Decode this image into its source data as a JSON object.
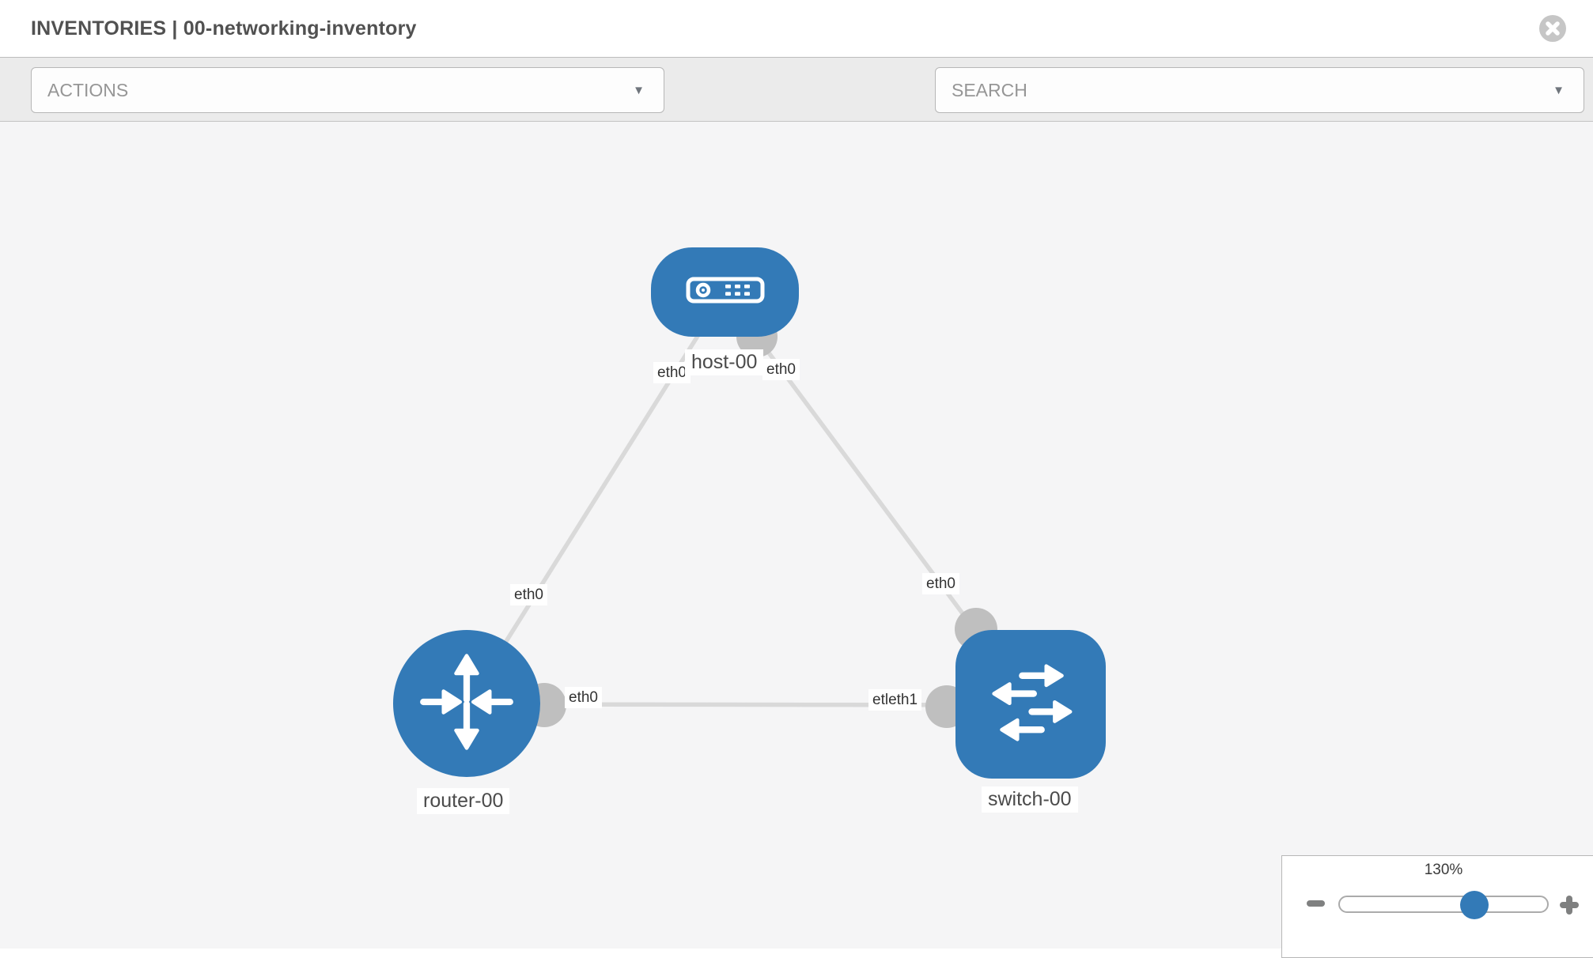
{
  "header": {
    "title": "INVENTORIES | 00-networking-inventory"
  },
  "toolbar": {
    "actions_label": "ACTIONS",
    "search_placeholder": "SEARCH",
    "tool_icons": [
      "wrench-icon",
      "key-icon"
    ]
  },
  "icons": {
    "caret": "▼",
    "close": "✕",
    "minus": "−",
    "plus": "+"
  },
  "topology": {
    "nodes": [
      {
        "label": "host-00",
        "type": "host",
        "shape": "rounded-rect"
      },
      {
        "label": "router-00",
        "type": "router",
        "shape": "circle"
      },
      {
        "label": "switch-00",
        "type": "switch",
        "shape": "rounded-square"
      }
    ],
    "links": [
      {
        "from": "host-00",
        "to": "router-00",
        "from_label": "eth0",
        "to_label": "eth0"
      },
      {
        "from": "host-00",
        "to": "switch-00",
        "from_label": "eth0",
        "to_label": "eth0"
      },
      {
        "from": "router-00",
        "to": "switch-00",
        "from_label": "eth0",
        "to_label": "eth1",
        "overlap_remnant": "etl"
      }
    ]
  },
  "zoom_control": {
    "level": "130%",
    "percent_of_track": 64
  },
  "colors": {
    "node_blue": "#337ab7",
    "link_gray": "#d9d9d9",
    "port_gray": "#bfbfbf",
    "canvas_bg": "#f5f5f6",
    "toolbar_bg": "#ebebeb"
  }
}
